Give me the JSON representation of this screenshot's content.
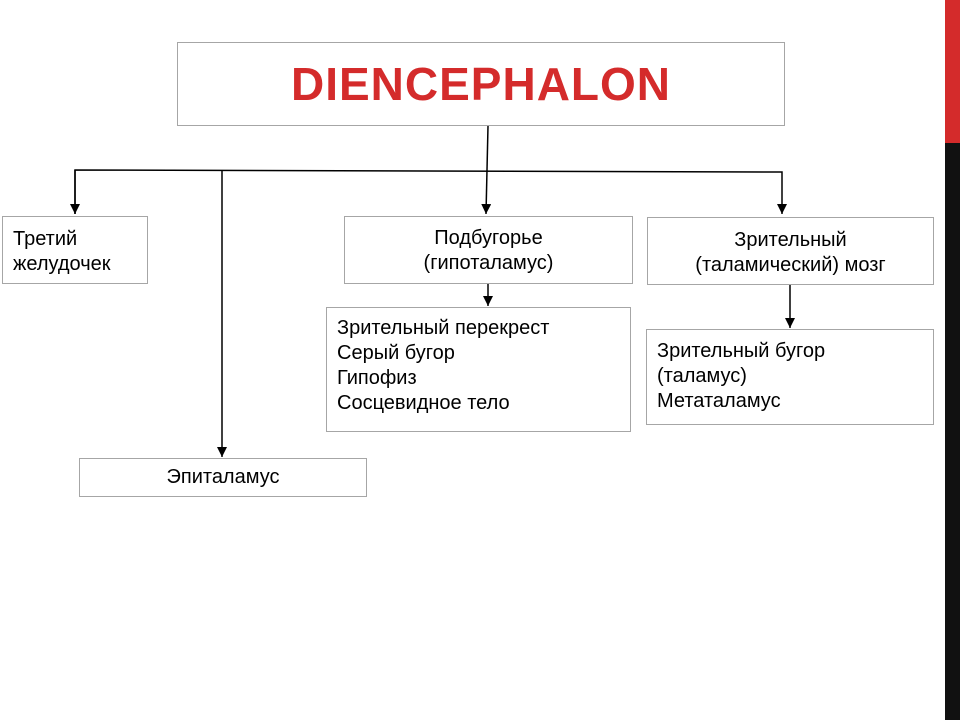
{
  "colors": {
    "title": "#d42b2b",
    "edge_red": "#d42b2b",
    "edge_dark": "#111111",
    "connector": "#000000"
  },
  "title": "DIENCEPHALON",
  "nodes": {
    "third_ventricle": [
      "Третий",
      "желудочек"
    ],
    "hypothalamus": [
      "Подбугорье",
      "(гипоталамус)"
    ],
    "thalamic_brain": [
      "Зрительный",
      "(таламический) мозг"
    ],
    "hypothalamus_parts": [
      "Зрительный перекрест",
      "Серый бугор",
      "Гипофиз",
      "Сосцевидное тело"
    ],
    "thalamic_parts": [
      "Зрительный бугор",
      "(таламус)",
      "Метаталамус"
    ],
    "epithalamus": "Эпиталамус"
  }
}
